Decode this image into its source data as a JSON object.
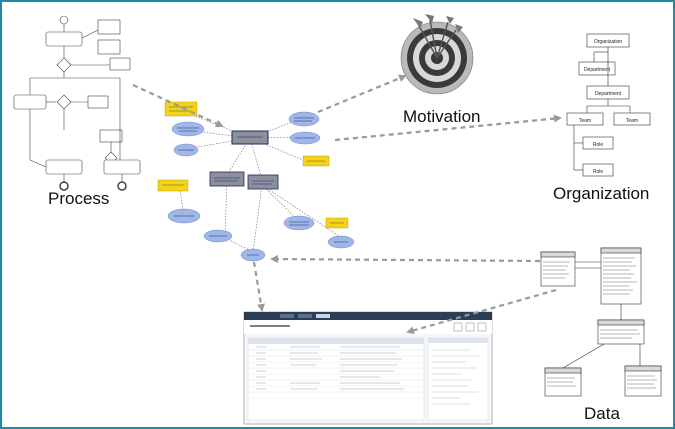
{
  "labels": {
    "process": "Process",
    "motivation": "Motivation",
    "organization": "Organization",
    "data": "Data"
  },
  "org_chart": {
    "top": "Organization",
    "department_1": "Department",
    "department_2": "Department",
    "team_1": "Team",
    "team_2": "Team",
    "role_1": "Role",
    "role_2": "Role"
  },
  "colors": {
    "frame": "#1e8aa6",
    "connector": "#9a9a9a",
    "concept_blue": "#9fb6e8",
    "concept_yellow": "#f2d21b",
    "concept_gray": "#8c8f9c"
  },
  "icons": {
    "target": "bullseye-target-icon",
    "arrows": "dart-arrows-icon"
  }
}
